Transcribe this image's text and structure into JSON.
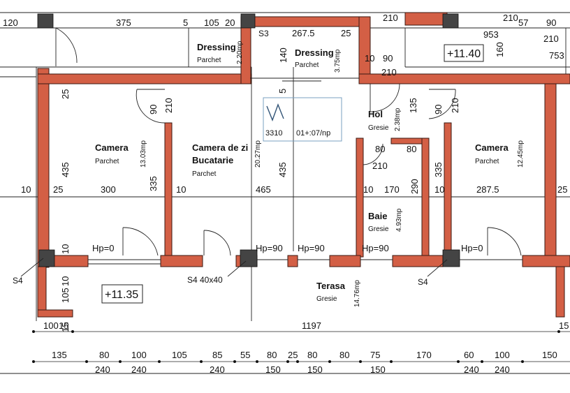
{
  "rooms": [
    {
      "name": "Dressing",
      "finish": "Parchet",
      "area": "2.20mp"
    },
    {
      "name": "Dressing",
      "finish": "Parchet",
      "area": "3.75mp"
    },
    {
      "name": "Camera",
      "finish": "Parchet",
      "area": "13.03mp"
    },
    {
      "name": "Camera de zi",
      "name2": "Bucatarie",
      "finish": "Parchet",
      "area": "20.27mp"
    },
    {
      "name": "Hol",
      "finish": "Gresie",
      "area": "2.38mp"
    },
    {
      "name": "Camera",
      "finish": "Parchet",
      "area": "12.45mp"
    },
    {
      "name": "Baie",
      "finish": "Gresie",
      "area": "4.93mp"
    },
    {
      "name": "Terasa",
      "finish": "Gresie",
      "area": "14.76mp"
    }
  ],
  "levels": [
    "+11.40",
    "+11.35"
  ],
  "columns": [
    "S3",
    "S4",
    "S4 40x40",
    "S4"
  ],
  "hp": [
    "Hp=0",
    "Hp=90",
    "Hp=90",
    "Hp=90",
    "Hp=0"
  ],
  "stamp": {
    "left": "3310",
    "right": "01+:07/np"
  },
  "top_dims": [
    "120",
    "375",
    "5",
    "105",
    "20",
    "210",
    "267.5",
    "25",
    "210",
    "953",
    "57",
    "90",
    "210",
    "753",
    "140",
    "10",
    "90",
    "210",
    "160"
  ],
  "inner_dims": [
    "25",
    "90",
    "210",
    "5",
    "135",
    "90",
    "210",
    "435",
    "335",
    "435",
    "80",
    "80",
    "210",
    "335",
    "10",
    "25",
    "300",
    "10",
    "465",
    "10",
    "170",
    "290",
    "10",
    "287.5",
    "25",
    "10",
    "105",
    "10",
    "15"
  ],
  "bottom_total": [
    "100",
    "15",
    "1197",
    "15"
  ],
  "bottom_dims": [
    "135",
    "80",
    "100",
    "105",
    "85",
    "55",
    "80",
    "25",
    "80",
    "80",
    "75",
    "170",
    "60",
    "100",
    "150"
  ],
  "bottom_dims2": [
    "240",
    "240",
    "240",
    "150",
    "150",
    "150",
    "240",
    "240"
  ]
}
